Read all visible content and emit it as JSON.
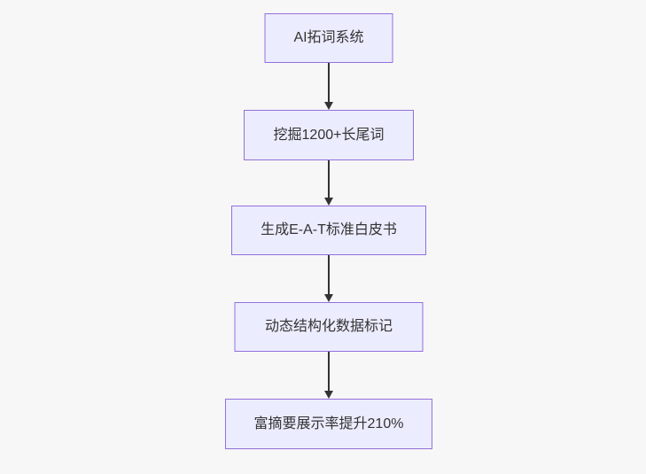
{
  "diagram": {
    "type": "flowchart",
    "direction": "top-down",
    "nodes": [
      {
        "id": "A",
        "label": "AI拓词系统"
      },
      {
        "id": "B",
        "label": "挖掘1200+长尾词"
      },
      {
        "id": "C",
        "label": "生成E-A-T标准白皮书"
      },
      {
        "id": "D",
        "label": "动态结构化数据标记"
      },
      {
        "id": "E",
        "label": "富摘要展示率提升210%"
      }
    ],
    "edges": [
      {
        "from": "A",
        "to": "B"
      },
      {
        "from": "B",
        "to": "C"
      },
      {
        "from": "C",
        "to": "D"
      },
      {
        "from": "D",
        "to": "E"
      }
    ],
    "colors": {
      "node_fill": "#ECECFF",
      "node_border": "#9370DB",
      "edge": "#333333",
      "text": "#333333",
      "background": "#f7f7f7"
    }
  }
}
